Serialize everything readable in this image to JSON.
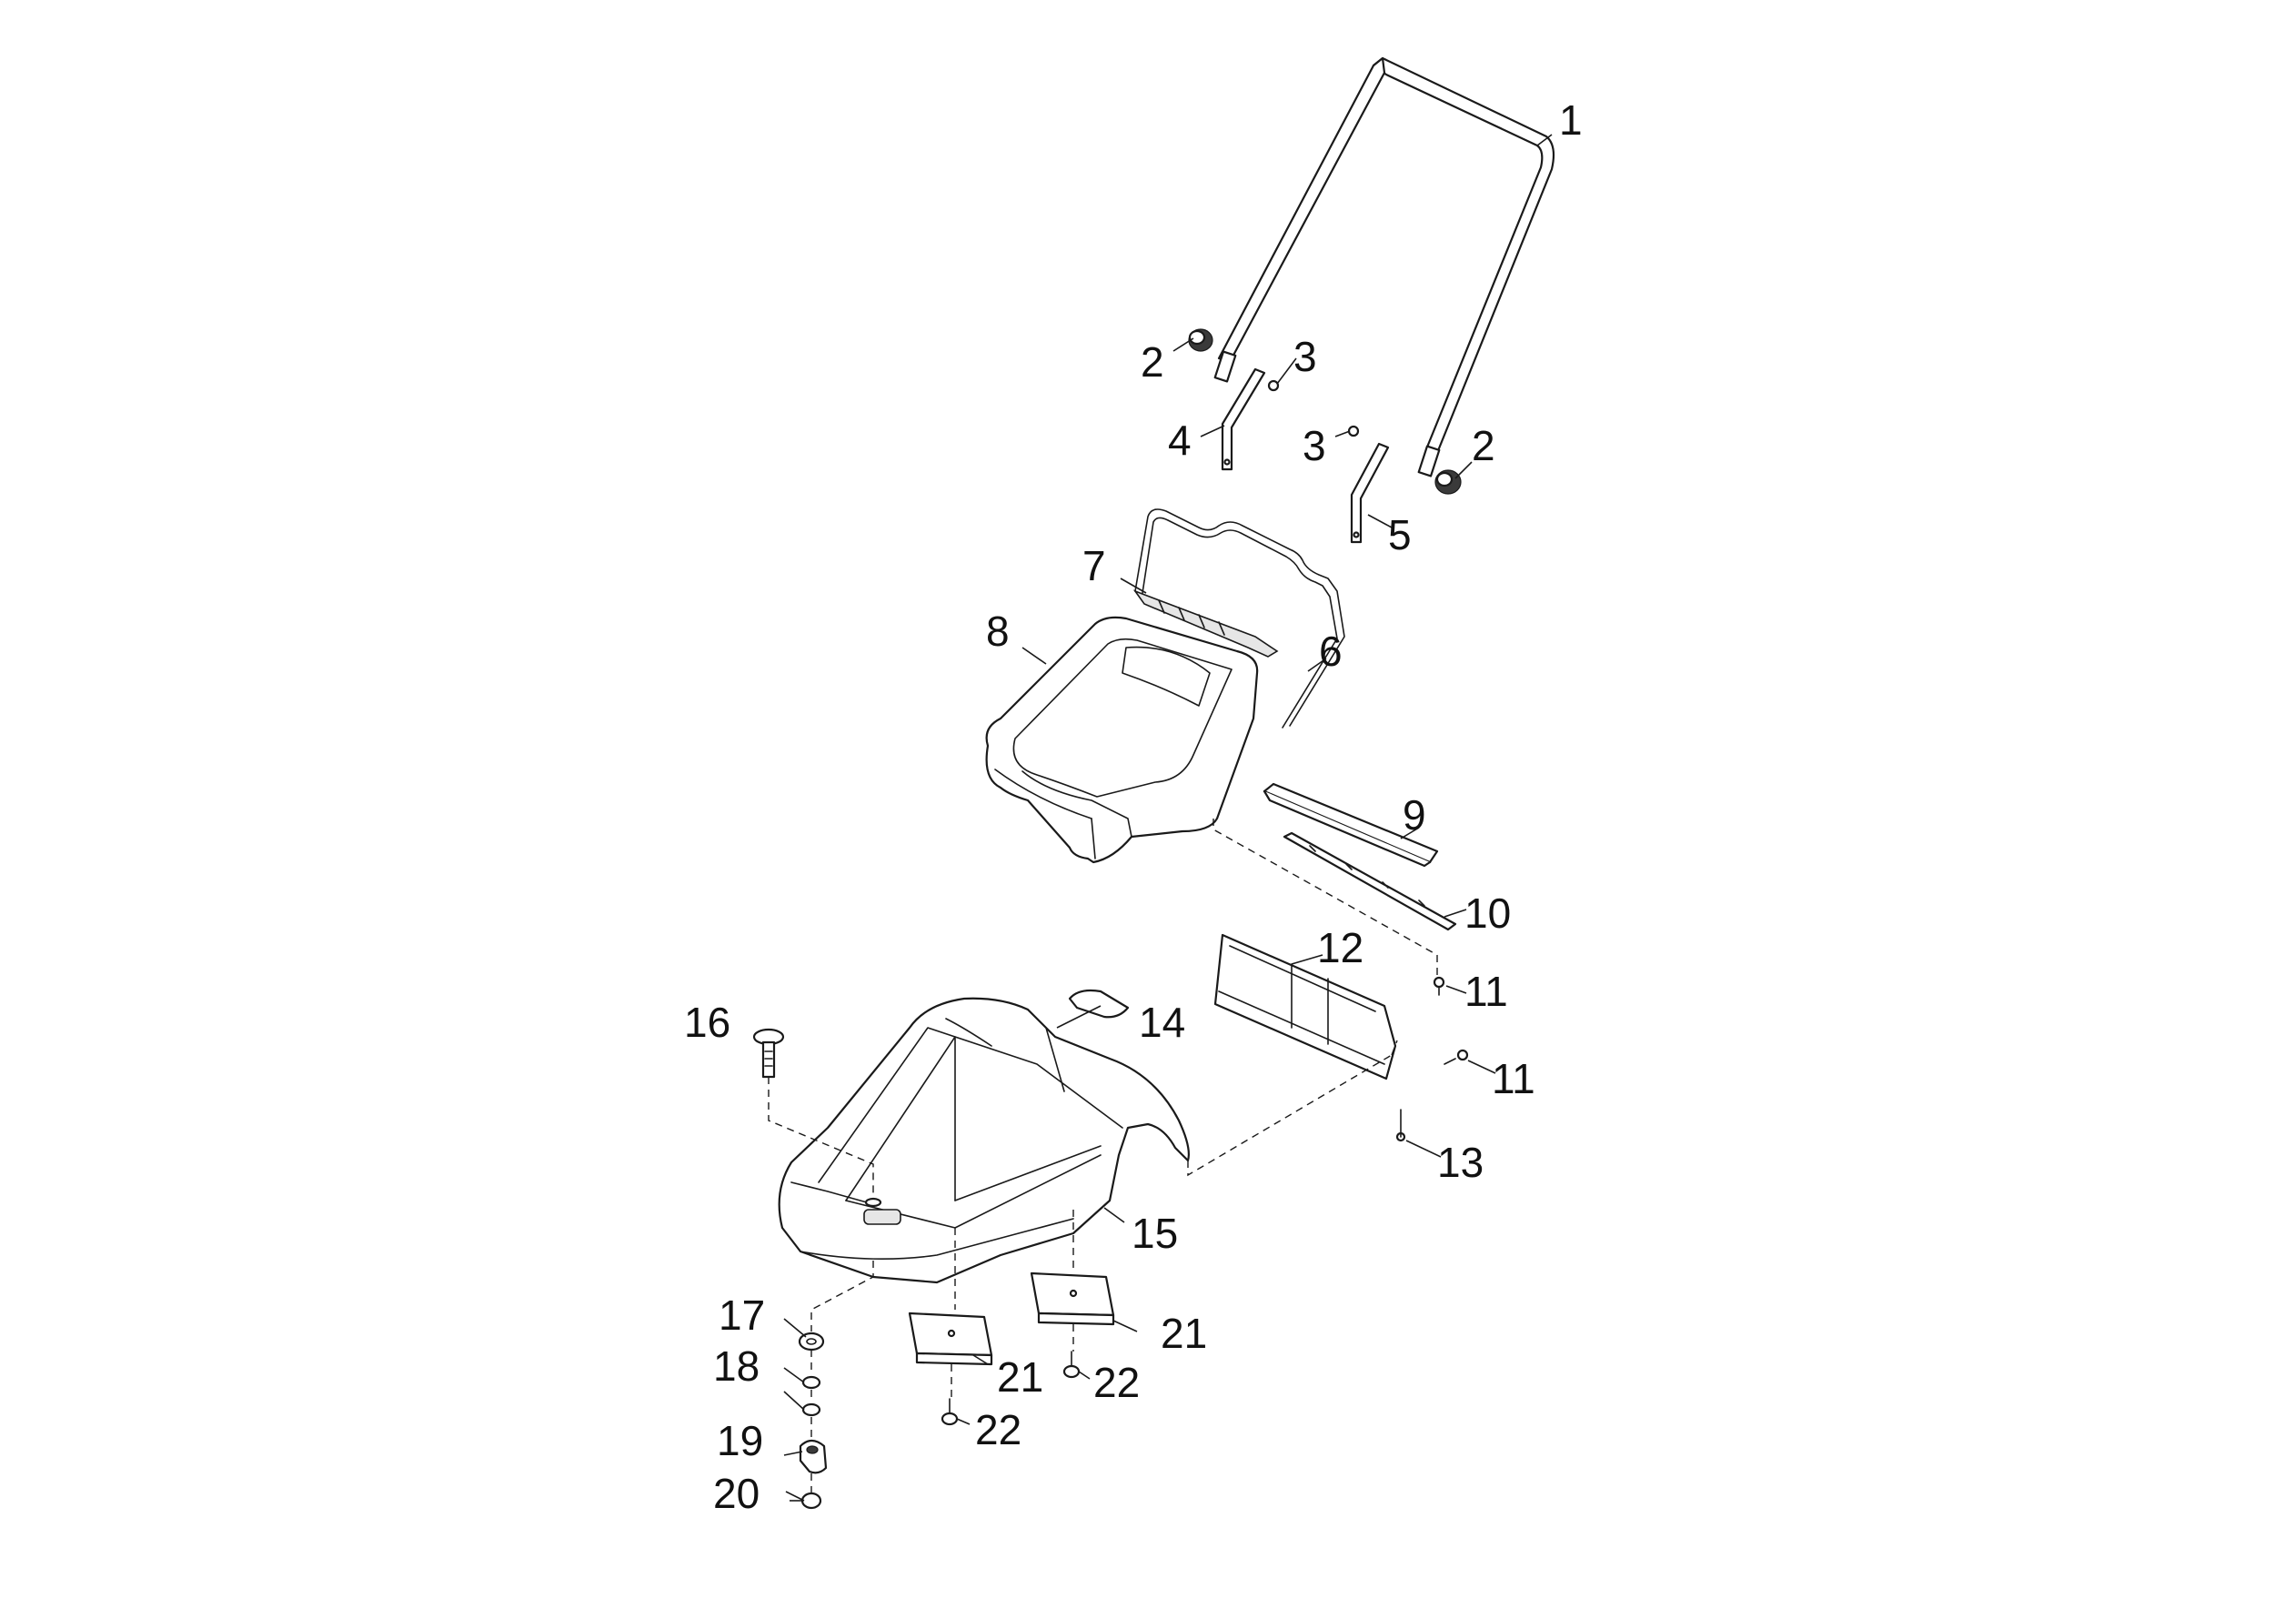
{
  "diagram": {
    "callouts": [
      {
        "id": "c1",
        "label": "1"
      },
      {
        "id": "c2a",
        "label": "2"
      },
      {
        "id": "c3a",
        "label": "3"
      },
      {
        "id": "c4",
        "label": "4"
      },
      {
        "id": "c3b",
        "label": "3"
      },
      {
        "id": "c2b",
        "label": "2"
      },
      {
        "id": "c5",
        "label": "5"
      },
      {
        "id": "c7",
        "label": "7"
      },
      {
        "id": "c8",
        "label": "8"
      },
      {
        "id": "c6",
        "label": "6"
      },
      {
        "id": "c9",
        "label": "9"
      },
      {
        "id": "c10",
        "label": "10"
      },
      {
        "id": "c12",
        "label": "12"
      },
      {
        "id": "c11a",
        "label": "11"
      },
      {
        "id": "c16",
        "label": "16"
      },
      {
        "id": "c14",
        "label": "14"
      },
      {
        "id": "c11b",
        "label": "11"
      },
      {
        "id": "c13",
        "label": "13"
      },
      {
        "id": "c15",
        "label": "15"
      },
      {
        "id": "c17",
        "label": "17"
      },
      {
        "id": "c21a",
        "label": "21"
      },
      {
        "id": "c18",
        "label": "18"
      },
      {
        "id": "c21b",
        "label": "21"
      },
      {
        "id": "c22a",
        "label": "22"
      },
      {
        "id": "c19",
        "label": "19"
      },
      {
        "id": "c22b",
        "label": "22"
      },
      {
        "id": "c20",
        "label": "20"
      }
    ]
  }
}
